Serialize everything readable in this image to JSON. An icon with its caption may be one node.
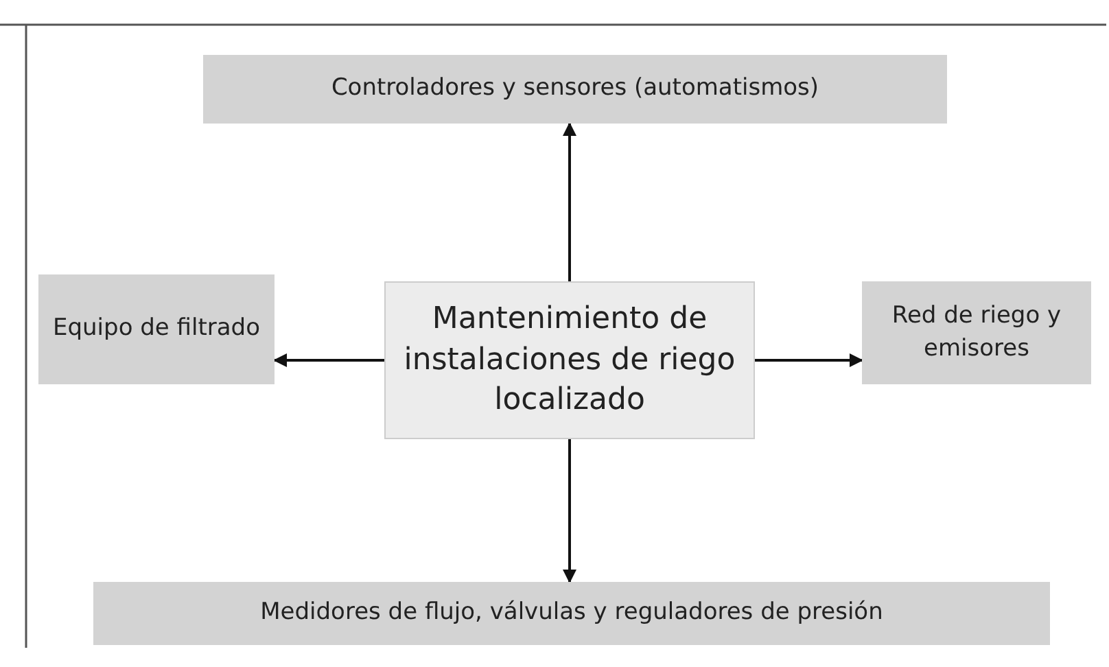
{
  "diagram": {
    "nodes": [
      {
        "text": [
          "Mantenimiento de instalaciones de riego localizado"
        ]
      },
      {
        "text": [
          "Controladores y sensores (automatismos)"
        ]
      },
      {
        "text": [
          "Equipo de filtrado"
        ]
      },
      {
        "text": [
          "Red de riego y emisores"
        ]
      },
      {
        "text": [
          "Medidores de flujo, válvulas y reguladores de presión"
        ]
      }
    ],
    "edges": [
      {
        "from": 0,
        "to": 1,
        "arrow": "to"
      },
      {
        "from": 0,
        "to": 2,
        "arrow": "to"
      },
      {
        "from": 0,
        "to": 3,
        "arrow": "to"
      },
      {
        "from": 0,
        "to": 4,
        "arrow": "to"
      }
    ]
  }
}
